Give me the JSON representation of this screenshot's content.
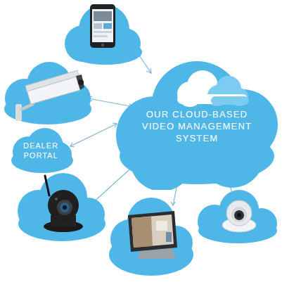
{
  "diagram": {
    "nodes": [
      {
        "text": [
          "OUR CLOUD-BASED VIDEO MANAGEMENT SYSTEM"
        ]
      },
      {
        "text": [
          "DEALER PORTAL"
        ]
      }
    ],
    "edges": [
      {
        "from": 0,
        "to": 1,
        "arrow": "both"
      }
    ]
  }
}
